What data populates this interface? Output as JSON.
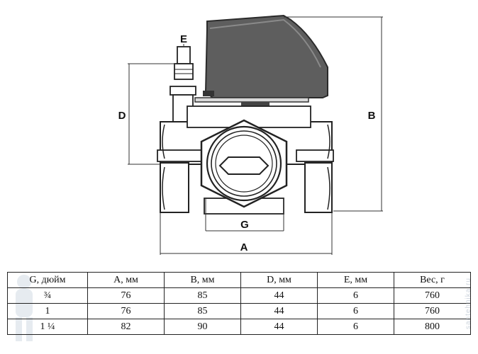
{
  "labels": {
    "a": "A",
    "b": "B",
    "d": "D",
    "e": "E",
    "g": "G"
  },
  "table": {
    "headers": [
      "G, дюйм",
      "A, мм",
      "B, мм",
      "D, мм",
      "E, мм",
      "Вес, г"
    ],
    "rows": [
      [
        "¾",
        "76",
        "85",
        "44",
        "6",
        "760"
      ],
      [
        "1",
        "76",
        "85",
        "44",
        "6",
        "760"
      ],
      [
        "1 ¼",
        "82",
        "90",
        "44",
        "6",
        "800"
      ]
    ]
  },
  "watermark": "santehnika.ru"
}
